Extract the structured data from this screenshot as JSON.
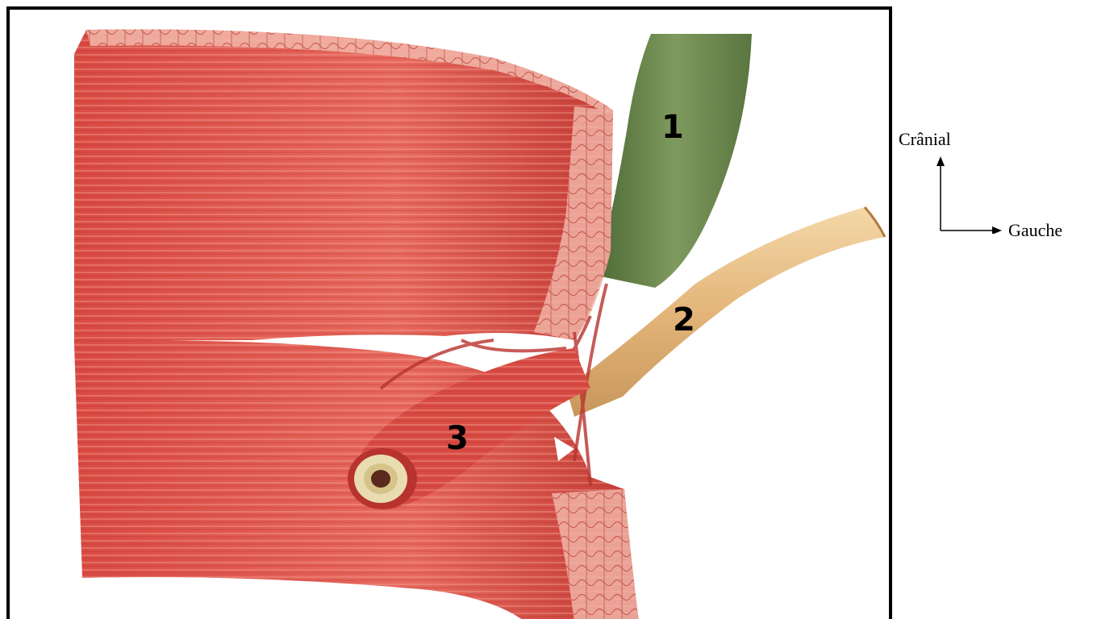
{
  "labels": {
    "one": "1",
    "two": "2",
    "three": "3"
  },
  "orientation": {
    "cranial": "Crânial",
    "left": "Gauche"
  },
  "colors": {
    "muscle": "#e2584f",
    "muscle_dark": "#b8332e",
    "muscle_light": "#f3a29a",
    "esophagus": "#6f8a4f",
    "aorta": "#e7c08a",
    "lumen_ring": "#e8dcb0",
    "lumen": "#5a2a1e"
  }
}
